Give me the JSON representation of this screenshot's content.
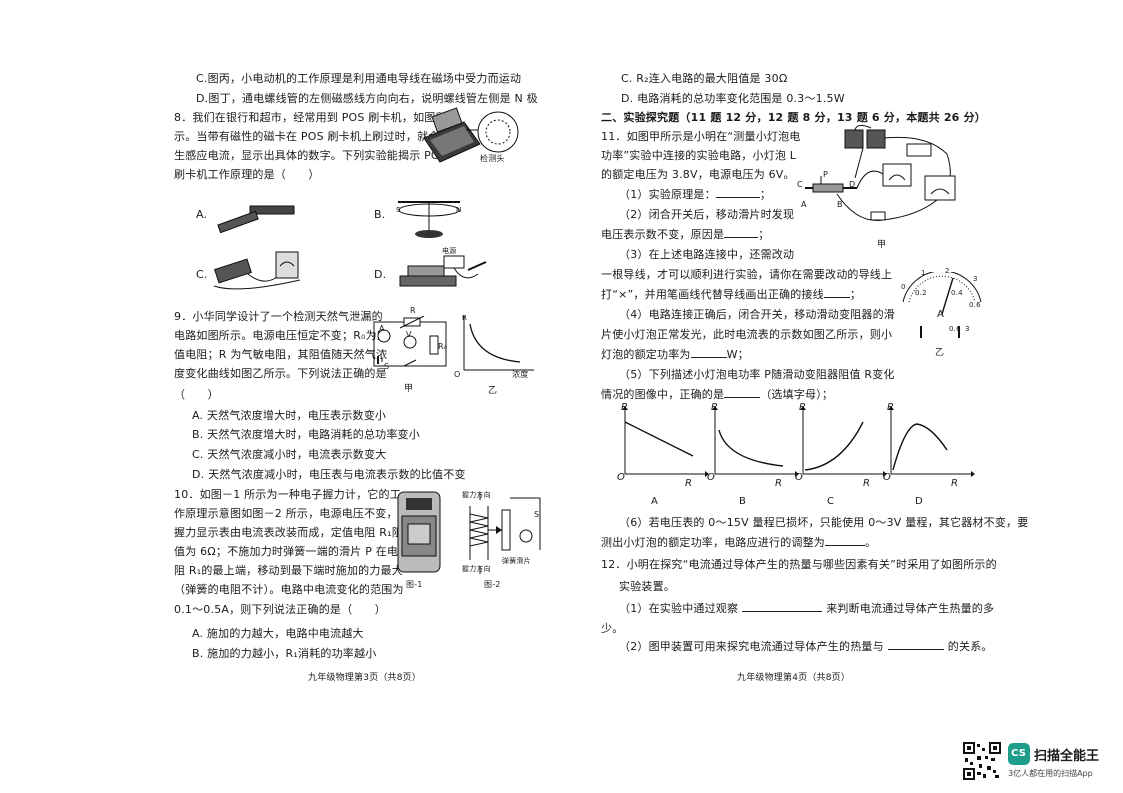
{
  "left": {
    "q7": {
      "c": "C.图丙，小电动机的工作原理是利用通电导线在磁场中受力而运动",
      "d": "D.图丁，通电螺线管的左侧磁感线方向向右，说明螺线管左侧是 N 极"
    },
    "q8": {
      "line1": "8．我们在银行和超市，经常用到 POS 刷卡机，如图所",
      "line2": "示。当带有磁性的磁卡在 POS 刷卡机上刷过时，就会产",
      "line3": "生感应电流，显示出具体的数字。下列实验能揭示 POS",
      "line4": "刷卡机工作原理的是（　　）",
      "fig_label": "检测头",
      "opt_a": "A.",
      "opt_b": "B.",
      "opt_c": "C.",
      "opt_d": "D.",
      "fig_d_label": "电源"
    },
    "q9": {
      "line1": "9．小华同学设计了一个检测天然气泄漏的",
      "line2": "电路如图所示。电源电压恒定不变；R₀为定",
      "line3": "值电阻；R 为气敏电阻，其阻值随天然气浓",
      "line4": "度变化曲线如图乙所示。下列说法正确的是",
      "line5": "（　　）",
      "a": "A. 天然气浓度增大时，电压表示数变小",
      "b": "B. 天然气浓度增大时，电路消耗的总功率变小",
      "c": "C. 天然气浓度减小时，电流表示数变大",
      "d": "D. 天然气浓度减小时，电压表与电流表示数的比值不变",
      "fig_jia": "甲",
      "fig_yi": "乙",
      "axis_x": "浓度",
      "axis_o": "O",
      "sw": "S",
      "r0": "R₀",
      "r": "R",
      "ammeter": "A",
      "voltmeter": "V"
    },
    "q10": {
      "line1": "10．如图－1 所示为一种电子握力计，它的工",
      "line2": "作原理示意图如图－2 所示，电源电压不变，",
      "line3": "握力显示表由电流表改装而成，定值电阻 R₁阻",
      "line4": "值为 6Ω；不施加力时弹簧一端的滑片 P 在电",
      "line5": "阻 R₁的最上端，移动到最下端时施加的力最大",
      "line6": "（弹簧的电阻不计）。电路中电流变化的范围为",
      "line7": "0.1～0.5A，则下列说法正确的是（　　）",
      "a": "A. 施加的力越大，电路中电流越大",
      "b": "B. 施加的力越小，R₁消耗的功率越小",
      "fig1": "图-1",
      "fig2": "图-2",
      "pull_dir": "握力方向",
      "push_dir": "握力方向",
      "spring": "弹簧滑片",
      "s_label": "S"
    },
    "footer": "九年级物理第3页（共8页）"
  },
  "right": {
    "q10_rest": {
      "c": "C. R₂连入电路的最大阻值是 30Ω",
      "d": "D. 电路消耗的总功率变化范围是 0.3～1.5W"
    },
    "section2": "二、实验探究题（11 题 12 分，12 题 8 分，13 题 6 分，本题共 26 分）",
    "q11": {
      "line1": "11．如图甲所示是小明在“测量小灯泡电",
      "line2": "功率”实验中连接的实验电路，小灯泡 L",
      "line3": "的额定电压为 3.8V，电源电压为 6V。",
      "p1": "（1）实验原理是：",
      "p2a": "（2）闭合开关后，移动滑片时发现",
      "p2b": "电压表示数不变，原因是",
      "p3a": "（3）在上述电路连接中，还需改动",
      "p3b": "一根导线，才可以顺利进行实验，请你在需要改动的导线上",
      "p3c": "打“×”，并用笔画线代替导线画出正确的接线",
      "p4a": "（4）电路连接正确后，闭合开关，移动滑动变阻器的滑",
      "p4b": "片使小灯泡正常发光，此时电流表的示数如图乙所示，则小",
      "p4c": "灯泡的额定功率为",
      "p4unit": "W；",
      "p5a": "（5）下列描述小灯泡电功率 P随滑动变阻器阻值 R变化",
      "p5b": "情况的图像中，正确的是",
      "p5c": "（选填字母）；",
      "p6a": "（6）若电压表的 0～15V 量程已损坏，只能使用 0～3V 量程，其它器材不变，要",
      "p6b": "测出小灯泡的额定功率，电路应进行的调整为",
      "fig_jia": "甲",
      "fig_yi": "乙",
      "meter_a": "A",
      "meter_06": "0.6",
      "meter_3": "3",
      "scale": [
        "0",
        "0.2",
        "0.4",
        "0.6",
        "1",
        "2",
        "3"
      ],
      "graph_labels": [
        "A",
        "B",
        "C",
        "D"
      ],
      "axis_p": "P",
      "axis_r": "R",
      "axis_o": "O",
      "letters": [
        "C",
        "D",
        "A",
        "B",
        "P"
      ]
    },
    "q12": {
      "line1": "12．小明在探究“电流通过导体产生的热量与哪些因素有关”时采用了如图所示的",
      "line2": "实验装置。",
      "p1a": "（1）在实验中通过观察",
      "p1b": "来判断电流通过导体产生热量的多",
      "p1c": "少。",
      "p2a": "（2）图甲装置可用来探究电流通过导体产生的热量与",
      "p2b": "的关系。"
    },
    "footer": "九年级物理第4页（共8页）"
  },
  "watermark": {
    "logo": "CS",
    "title": "扫描全能王",
    "subtitle": "3亿人都在用的扫描App"
  }
}
